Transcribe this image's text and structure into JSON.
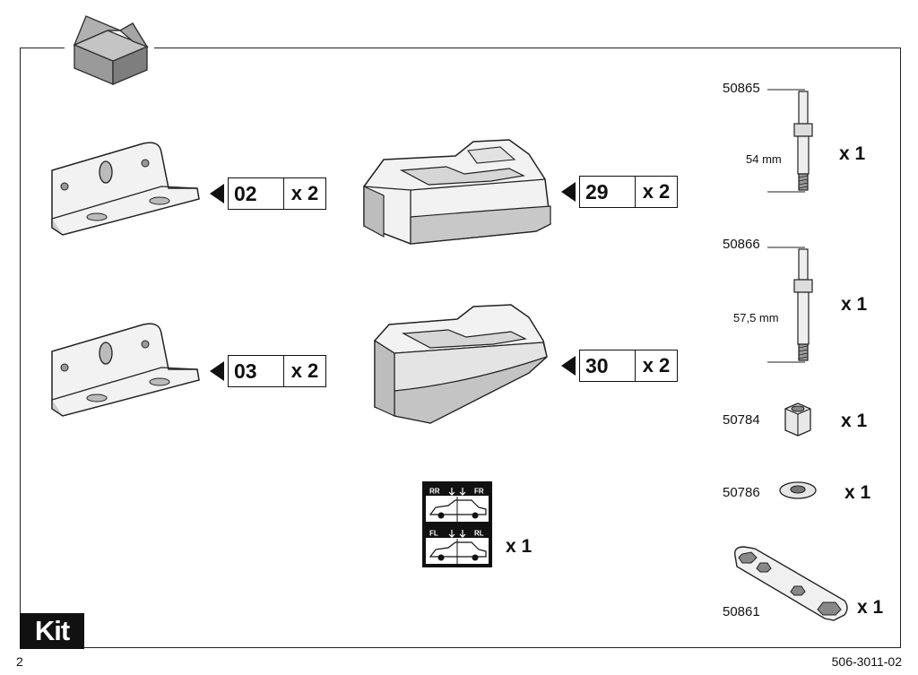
{
  "page": {
    "kit_label": "Kit",
    "page_number": "2",
    "document_number": "506-3011-02"
  },
  "left_parts": [
    {
      "num": "02",
      "qty": "x 2"
    },
    {
      "num": "03",
      "qty": "x 2"
    }
  ],
  "center_parts": [
    {
      "num": "29",
      "qty": "x 2"
    },
    {
      "num": "30",
      "qty": "x 2"
    }
  ],
  "sticker": {
    "qty": "x 1",
    "labels": [
      "RR",
      "FR",
      "FL",
      "RL"
    ]
  },
  "right_parts": [
    {
      "part_no": "50865",
      "dimension": "54 mm",
      "qty": "x 1"
    },
    {
      "part_no": "50866",
      "dimension": "57,5 mm",
      "qty": "x 1"
    },
    {
      "part_no": "50784",
      "qty": "x 1"
    },
    {
      "part_no": "50786",
      "qty": "x 1"
    },
    {
      "part_no": "50861",
      "qty": "x 1"
    }
  ],
  "colors": {
    "line": "#111111",
    "part_fill": "#f2f2f2",
    "part_shade": "#b9b9b9",
    "box_icon": "#8f8f8f"
  }
}
